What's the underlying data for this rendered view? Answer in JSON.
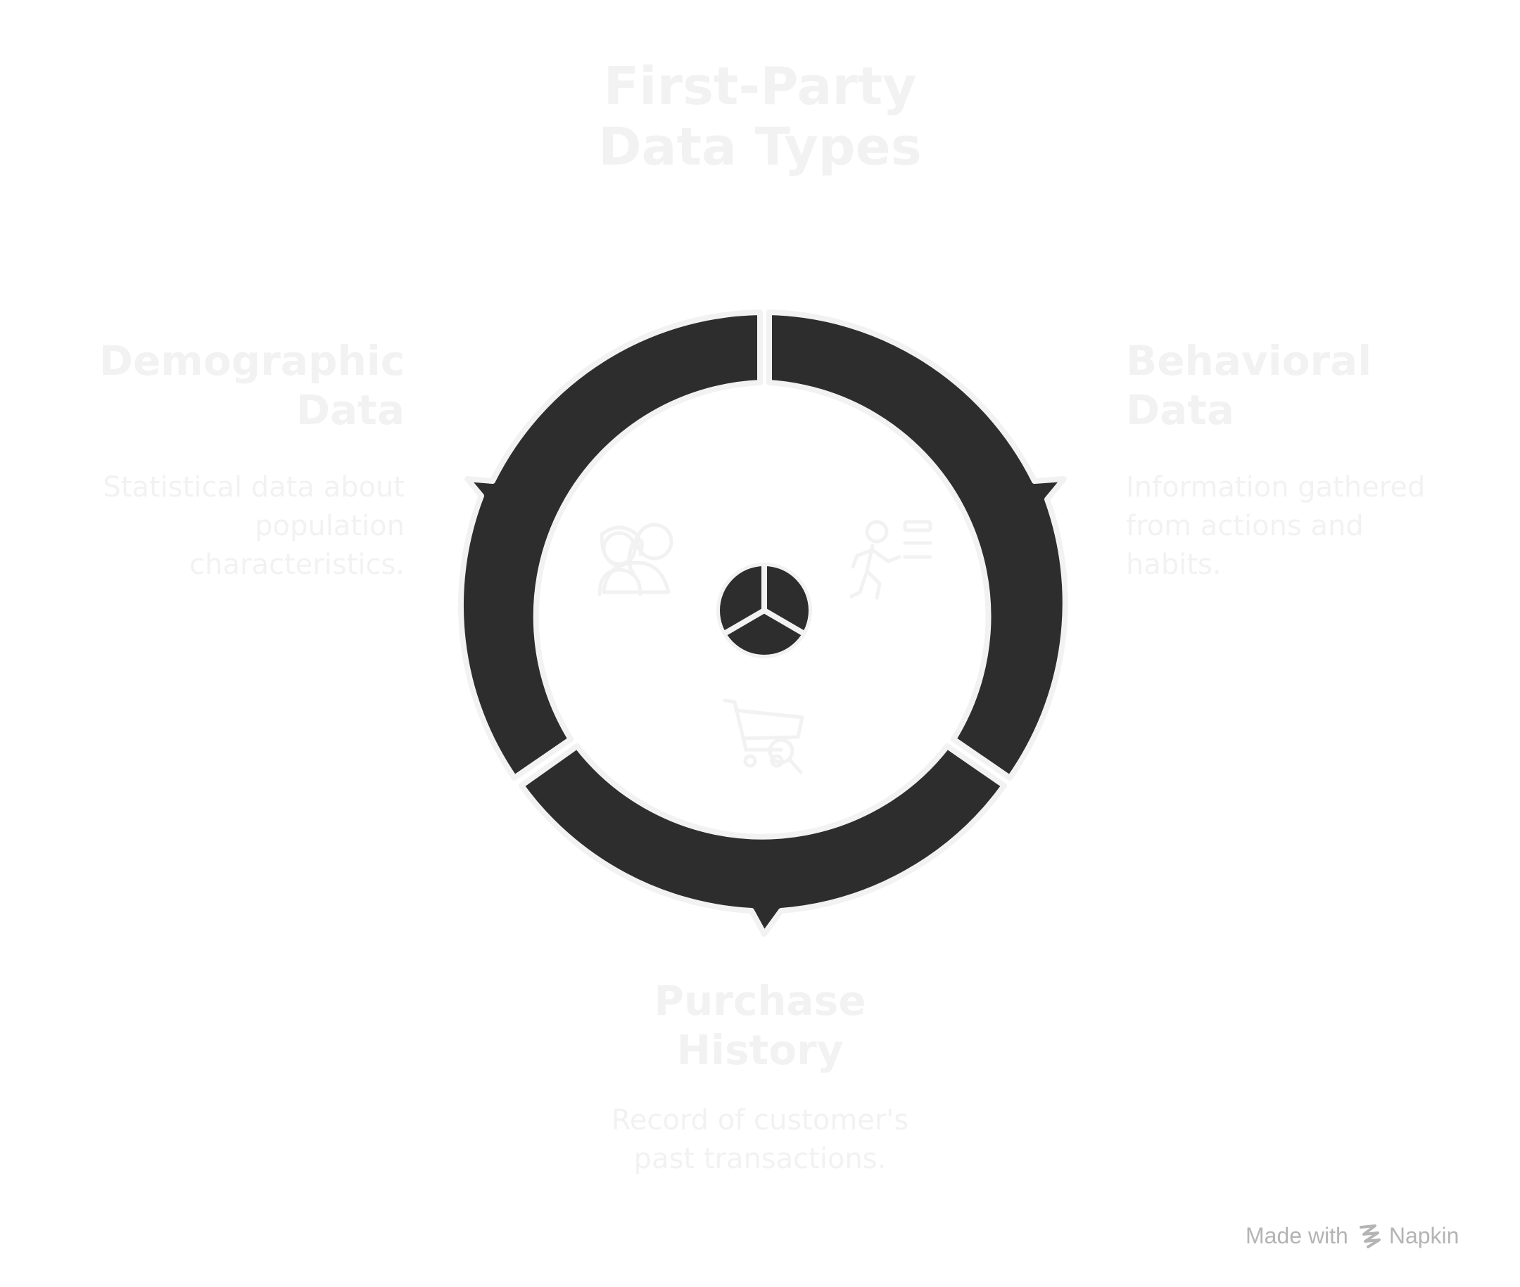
{
  "title": [
    "First-Party",
    "Data Types"
  ],
  "segments": [
    {
      "id": "demographic",
      "title": [
        "Demographic",
        "Data"
      ],
      "description": [
        "Statistical data about",
        "population",
        "characteristics."
      ],
      "icon": "people-icon"
    },
    {
      "id": "behavioral",
      "title": [
        "Behavioral",
        "Data"
      ],
      "description": [
        "Information gathered",
        "from actions and",
        "habits."
      ],
      "icon": "running-person-icon"
    },
    {
      "id": "purchase",
      "title": [
        "Purchase",
        "History"
      ],
      "description": [
        "Record of customer's",
        "past transactions."
      ],
      "icon": "shopping-cart-search-icon"
    }
  ],
  "center_icon": "pie-chart-icon",
  "watermark": {
    "prefix": "Made with",
    "brand": "Napkin"
  },
  "colors": {
    "ring": "#2d2d2d",
    "outline": "#f2f2f2",
    "text": "#f2f2f2",
    "background": "#ffffff",
    "watermark": "#b4b4b4"
  }
}
